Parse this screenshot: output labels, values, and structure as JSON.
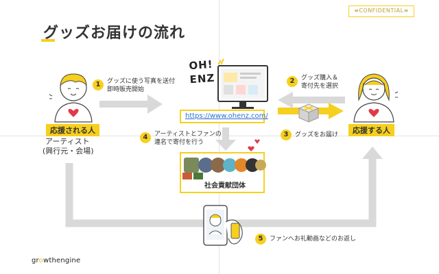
{
  "header": {
    "title": "グッズお届けの流れ",
    "confidential": "CONFIDENTIAL"
  },
  "artist": {
    "badge": "応援される人",
    "name_line1": "アーティスト",
    "name_line2": "(興行元・会場)"
  },
  "fan": {
    "badge": "応援する人"
  },
  "platform": {
    "logo_line1": "OH!",
    "logo_line2": "ENZ",
    "url": "https://www.ohenz.com/"
  },
  "organizations": {
    "label": "社会貢献団体"
  },
  "steps": [
    {
      "number": "1",
      "line1": "グッズに使う写真を送付",
      "line2": "即時販売開始"
    },
    {
      "number": "2",
      "line1": "グッズ購入＆",
      "line2": "寄付先を選択"
    },
    {
      "number": "3",
      "line1": "グッズをお届け",
      "line2": ""
    },
    {
      "number": "4",
      "line1": "アーティストとファンの",
      "line2": "連名で寄付を行う"
    },
    {
      "number": "5",
      "line1": "ファンへお礼動画などのお返し",
      "line2": ""
    }
  ],
  "footer": {
    "brand_pre": "gr",
    "brand_o": "o",
    "brand_post": "wthengine"
  },
  "colors": {
    "accent": "#f7cf1e",
    "arrow_gray": "#d9d9d9",
    "link": "#2c6fd1",
    "heart": "#e03a4a"
  }
}
